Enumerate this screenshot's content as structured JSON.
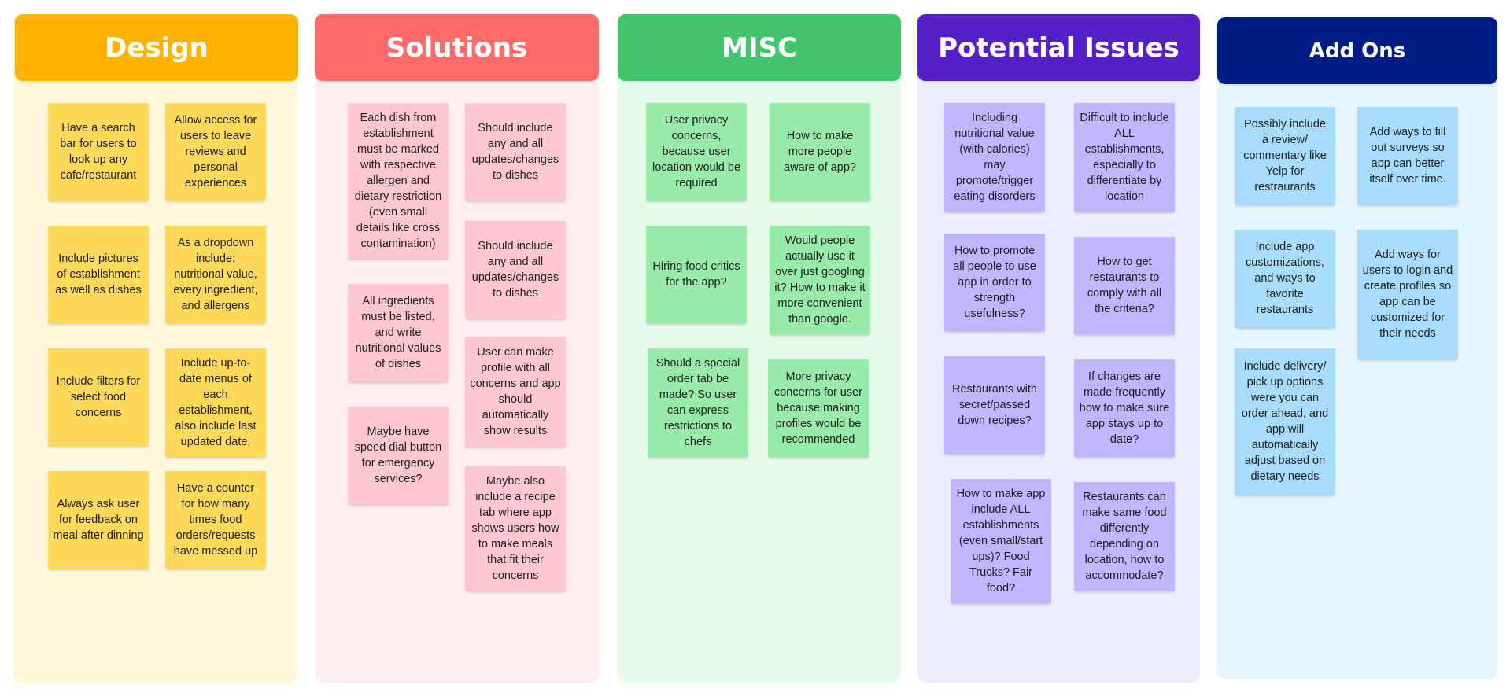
{
  "colors": {
    "design_header": "#ffb300",
    "design_bg": "#fff8db",
    "design_note": "#ffd95a",
    "solutions_header": "#ff6a6a",
    "solutions_bg": "#ffeff0",
    "solutions_note": "#ffc7cf",
    "misc_header": "#44c46a",
    "misc_bg": "#e7fbeb",
    "misc_note": "#99ebaa",
    "issues_header": "#5520c7",
    "issues_bg": "#ececff",
    "issues_note": "#c2b4ff",
    "addons_header": "#001d86",
    "addons_bg": "#e6f5ff",
    "addons_note": "#a7dcff"
  },
  "columns": {
    "design": {
      "title": "Design",
      "notes": [
        "Have a search bar for users to look up any cafe/restaurant",
        "Allow access for users to leave reviews and personal experiences",
        "Include pictures of establishment as well as dishes",
        "As a dropdown include: nutritional value, every ingredient, and allergens",
        "Include filters for select food concerns",
        "Include up-to-date menus of each establishment, also include last updated date.",
        "Always ask user for feedback on meal after dinning",
        "Have a counter for how many times food orders/requests have messed up"
      ]
    },
    "solutions": {
      "title": "Solutions",
      "notes": [
        "Each dish from establishment must be marked with respective allergen and dietary restriction (even small details like cross contamination)",
        "Should include any and all updates/changes to dishes",
        "Should include any and all updates/changes to dishes",
        "All ingredients must be listed, and write nutritional values of dishes",
        "User can make profile with all concerns and app should automatically show results",
        "Maybe have speed dial button for emergency services?",
        "Maybe also include a recipe tab where app shows users how to make meals that fit their concerns"
      ]
    },
    "misc": {
      "title": "MISC",
      "notes": [
        "User privacy concerns, because user location would be required",
        "How to make more people aware of app?",
        "Hiring food critics for the app?",
        "Would people actually use it over just googling it? How to make it more convenient than google.",
        "Should a special order tab be made? So user can express restrictions to chefs",
        "More privacy concerns for user because making profiles would be recommended"
      ]
    },
    "issues": {
      "title": "Potential Issues",
      "notes": [
        "Including nutritional value (with calories) may promote/trigger eating disorders",
        "Difficult to include ALL establishments, especially to differentiate by location",
        "How to promote all people to use app in order to strength usefulness?",
        "How to get restaurants to comply with all the criteria?",
        "Restaurants with secret/passed down recipes?",
        "If changes are made frequently how to make sure app stays up to date?",
        "How to make app include ALL establishments (even small/start ups)? Food Trucks? Fair food?",
        "Restaurants can make same food differently depending on location, how to accommodate?"
      ]
    },
    "addons": {
      "title": "Add Ons",
      "notes": [
        "Possibly include a review/ commentary like Yelp for restraurants",
        "Add ways to fill out surveys so app can better itself over time.",
        "Include app customizations, and ways to favorite restaurants",
        "Add ways for users to login and create profiles so app can be customized for their needs",
        "Include delivery/ pick up options were you can order ahead, and app will automatically adjust based on dietary needs"
      ]
    }
  }
}
